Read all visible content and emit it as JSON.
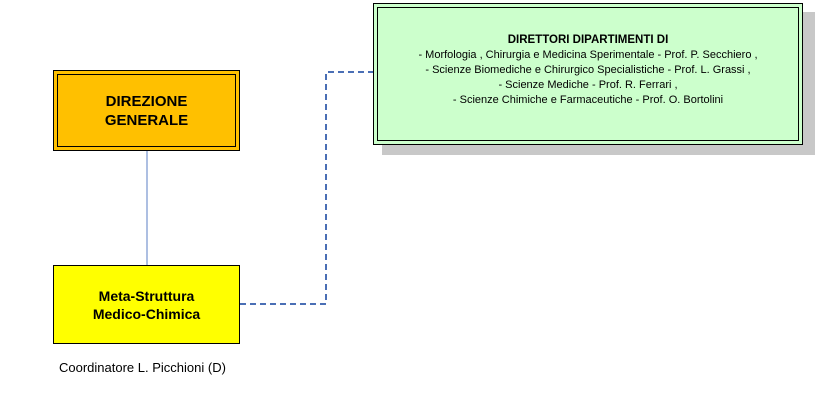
{
  "nodes": {
    "direzione": {
      "lines": [
        "DIREZIONE",
        "GENERALE"
      ]
    },
    "meta": {
      "lines": [
        "Meta-Struttura",
        "Medico-Chimica"
      ]
    },
    "direttori": {
      "title": "DIRETTORI DIPARTIMENTI DI",
      "lines": [
        "-  Morfologia , Chirurgia e Medicina Sperimentale  - Prof. P. Secchiero ,",
        "- Scienze Biomediche e Chirurgico Specialistiche  - Prof. L. Grassi ,",
        "- Scienze Mediche - Prof. R. Ferrari ,",
        "- Scienze Chimiche e Farmaceutiche - Prof. O. Bortolini"
      ]
    }
  },
  "coordinator": "Coordinatore L. Picchioni (D)",
  "colors": {
    "direzione_fill": "#ffc000",
    "meta_fill": "#ffff00",
    "direttori_fill": "#ccffcc",
    "connector": "#4a6fb5"
  }
}
